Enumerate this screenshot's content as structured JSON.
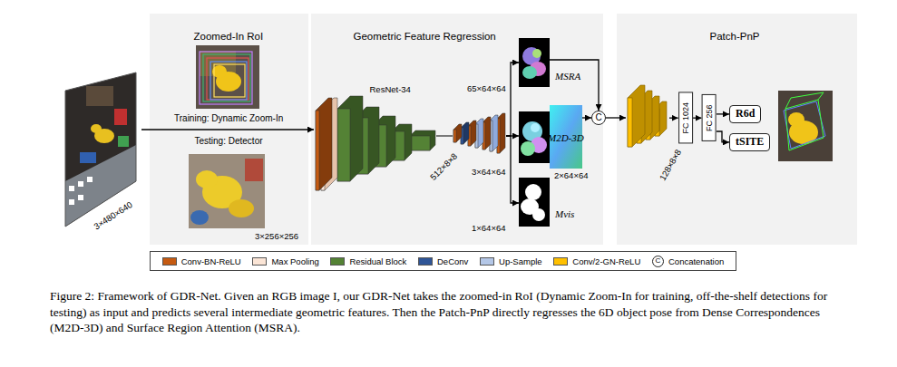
{
  "diagram": {
    "caption": "Figure 2: Framework of GDR-Net. Given an RGB image I, our GDR-Net takes the zoomed-in RoI (Dynamic Zoom-In for training, off-the-shelf detections for testing) as input and predicts several intermediate geometric features. Then the Patch-PnP directly regresses the 6D object pose from Dense Correspondences (M2D-3D) and Surface Region Attention (MSRA).",
    "nodes": [
      {
        "text": [
          "3×480×640"
        ]
      },
      {
        "text": [
          "Zoomed-In RoI",
          "Training: Dynamic Zoom-In",
          "Testing: Detector",
          "3×256×256"
        ]
      },
      {
        "text": [
          "Geometric Feature Regression"
        ]
      },
      {
        "text": [
          "ResNet-34",
          "512×8×8"
        ],
        "in": 2
      },
      {
        "text": [
          "65×64×64",
          "MSRA"
        ],
        "in": 2
      },
      {
        "text": [
          "3×64×64",
          "M2D-3D",
          "2×64×64"
        ],
        "in": 2
      },
      {
        "text": [
          "1×64×64",
          "Mvis"
        ],
        "in": 2
      },
      {
        "text": [
          "C"
        ],
        "in": 2
      },
      {
        "text": [
          "Patch-PnP"
        ]
      },
      {
        "text": [
          "128×8×8"
        ],
        "in": 8
      },
      {
        "text": [
          "FC 1024"
        ],
        "in": 8
      },
      {
        "text": [
          "FC 256"
        ],
        "in": 8
      },
      {
        "text": [
          "R6d"
        ],
        "in": 8
      },
      {
        "text": [
          "tSITE"
        ],
        "in": 8
      }
    ],
    "edges": [
      {
        "from": 0,
        "to": 3,
        "arrow": "to"
      },
      {
        "from": 3,
        "to": 4,
        "arrow": "to"
      },
      {
        "from": 3,
        "to": 5,
        "arrow": "to"
      },
      {
        "from": 3,
        "to": 6,
        "arrow": "to"
      },
      {
        "from": 4,
        "to": 7,
        "arrow": "to"
      },
      {
        "from": 5,
        "to": 7,
        "arrow": "to"
      },
      {
        "from": 7,
        "to": 9,
        "arrow": "to"
      },
      {
        "from": 9,
        "to": 10,
        "arrow": "to"
      },
      {
        "from": 10,
        "to": 11,
        "arrow": "to"
      },
      {
        "from": 11,
        "to": 12,
        "arrow": "to"
      },
      {
        "from": 11,
        "to": 13,
        "arrow": "to"
      }
    ],
    "labels": [
      "C"
    ],
    "legend": [
      {
        "text": "Conv-BN-ReLU",
        "color": "#c55a11"
      },
      {
        "text": "Max Pooling",
        "color": "#fbe5d6"
      },
      {
        "text": "Residual Block",
        "color": "#548235"
      },
      {
        "text": "DeConv",
        "color": "#2f5597"
      },
      {
        "text": "Up-Sample",
        "color": "#b4c7e7"
      },
      {
        "text": "Conv/2-GN-ReLU",
        "color": "#ffc000"
      },
      {
        "text": "Concatenation"
      }
    ]
  }
}
